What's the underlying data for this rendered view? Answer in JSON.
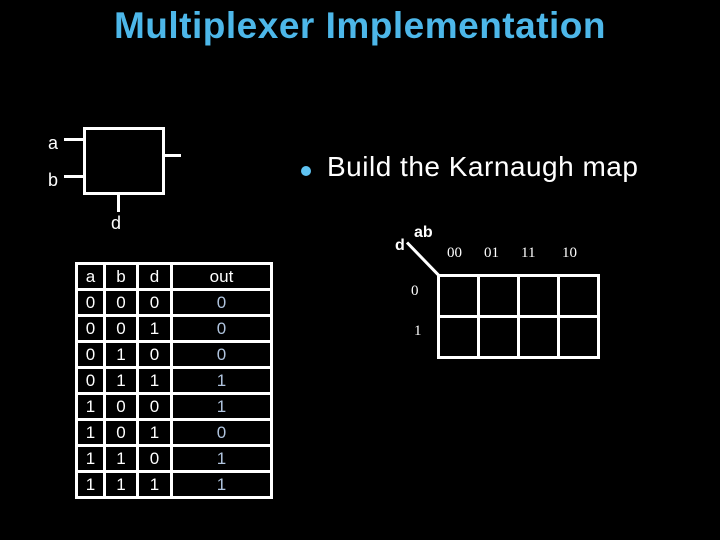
{
  "title": "Multiplexer Implementation",
  "bullet": {
    "text": "Build the Karnaugh map"
  },
  "diagram": {
    "label_a": "a",
    "label_b": "b",
    "label_d": "d"
  },
  "truth_table": {
    "headers": [
      "a",
      "b",
      "d",
      "out"
    ],
    "rows": [
      [
        "0",
        "0",
        "0",
        "0"
      ],
      [
        "0",
        "0",
        "1",
        "0"
      ],
      [
        "0",
        "1",
        "0",
        "0"
      ],
      [
        "0",
        "1",
        "1",
        "1"
      ],
      [
        "1",
        "0",
        "0",
        "1"
      ],
      [
        "1",
        "0",
        "1",
        "0"
      ],
      [
        "1",
        "1",
        "0",
        "1"
      ],
      [
        "1",
        "1",
        "1",
        "1"
      ]
    ]
  },
  "kmap": {
    "corner_col_label": "ab",
    "corner_row_label": "d",
    "col_headers": [
      "00",
      "01",
      "11",
      "10"
    ],
    "row_labels": [
      "0",
      "1"
    ]
  },
  "colors": {
    "background": "#000000",
    "title_accent": "#4db7e9",
    "foreground": "#ffffff",
    "out_column_value": "#b0c4de",
    "bullet_dot": "#5fc3f2"
  }
}
